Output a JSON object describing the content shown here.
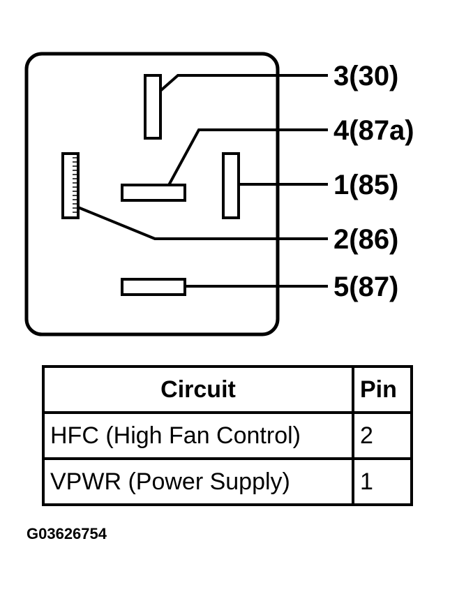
{
  "pins": [
    {
      "label": "3(30)"
    },
    {
      "label": "4(87a)"
    },
    {
      "label": "1(85)"
    },
    {
      "label": "2(86)"
    },
    {
      "label": "5(87)"
    }
  ],
  "table": {
    "headers": {
      "circuit": "Circuit",
      "pin": "Pin"
    },
    "rows": [
      {
        "circuit": "HFC (High Fan Control)",
        "pin": "2"
      },
      {
        "circuit": "VPWR (Power Supply)",
        "pin": "1"
      }
    ]
  },
  "figure_id": "G03626754"
}
